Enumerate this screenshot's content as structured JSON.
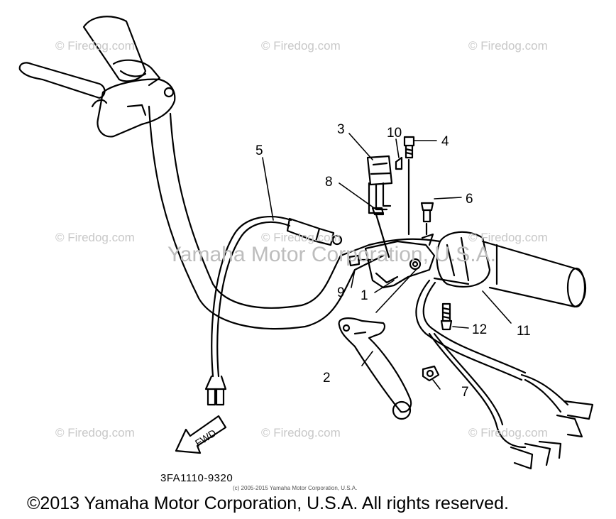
{
  "watermarks": {
    "text": "© Firedog.com",
    "center_text": "Yamaha Motor Corporation, U.S.A."
  },
  "callouts": {
    "c1": "1",
    "c2": "2",
    "c3": "3",
    "c4": "4",
    "c5": "5",
    "c6": "6",
    "c7": "7",
    "c8": "8",
    "c9": "9",
    "c10": "10",
    "c11": "11",
    "c12": "12"
  },
  "direction_label": "FWD",
  "part_code": "3FA1110-9320",
  "small_copyright": "(c) 2005-2015 Yamaha Motor Corporation, U.S.A.",
  "copyright": "©2013 Yamaha Motor Corporation, U.S.A. All rights reserved."
}
